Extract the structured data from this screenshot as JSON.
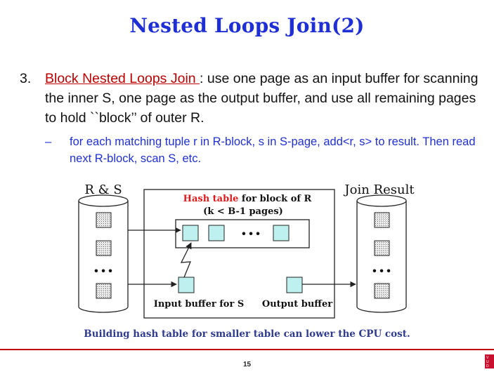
{
  "slide": {
    "title": "Nested Loops Join(2)",
    "item_number": "3.",
    "item_link": "Block Nested Loops Join ",
    "item_text": ": use one page as an input buffer for scanning the inner S, one page as the output buffer, and use all remaining pages to hold ``block’’ of outer R.",
    "sub_dash": "–",
    "sub_text": "for each matching tuple r in R-block, s in S-page,  add<r, s> to result. Then read next R-block, scan S, etc.",
    "caption": "Building hash table for smaller table can lower the CPU cost.",
    "page_number": "15"
  },
  "diagram": {
    "left_label": "R & S",
    "right_label": "Join Result",
    "hash_label_red": "Hash table",
    "hash_label_rest": " for block of R",
    "hash_label_line2": "(k < B-1 pages)",
    "input_label": "Input buffer for S",
    "output_label": "Output buffer",
    "ellipsis": "• • •"
  },
  "colors": {
    "title_blue": "#1f2fd6",
    "link_red": "#c00000",
    "buffer_cyan": "#bff0f0",
    "caption_navy": "#2f3b8f",
    "footer_red": "#c00000"
  }
}
